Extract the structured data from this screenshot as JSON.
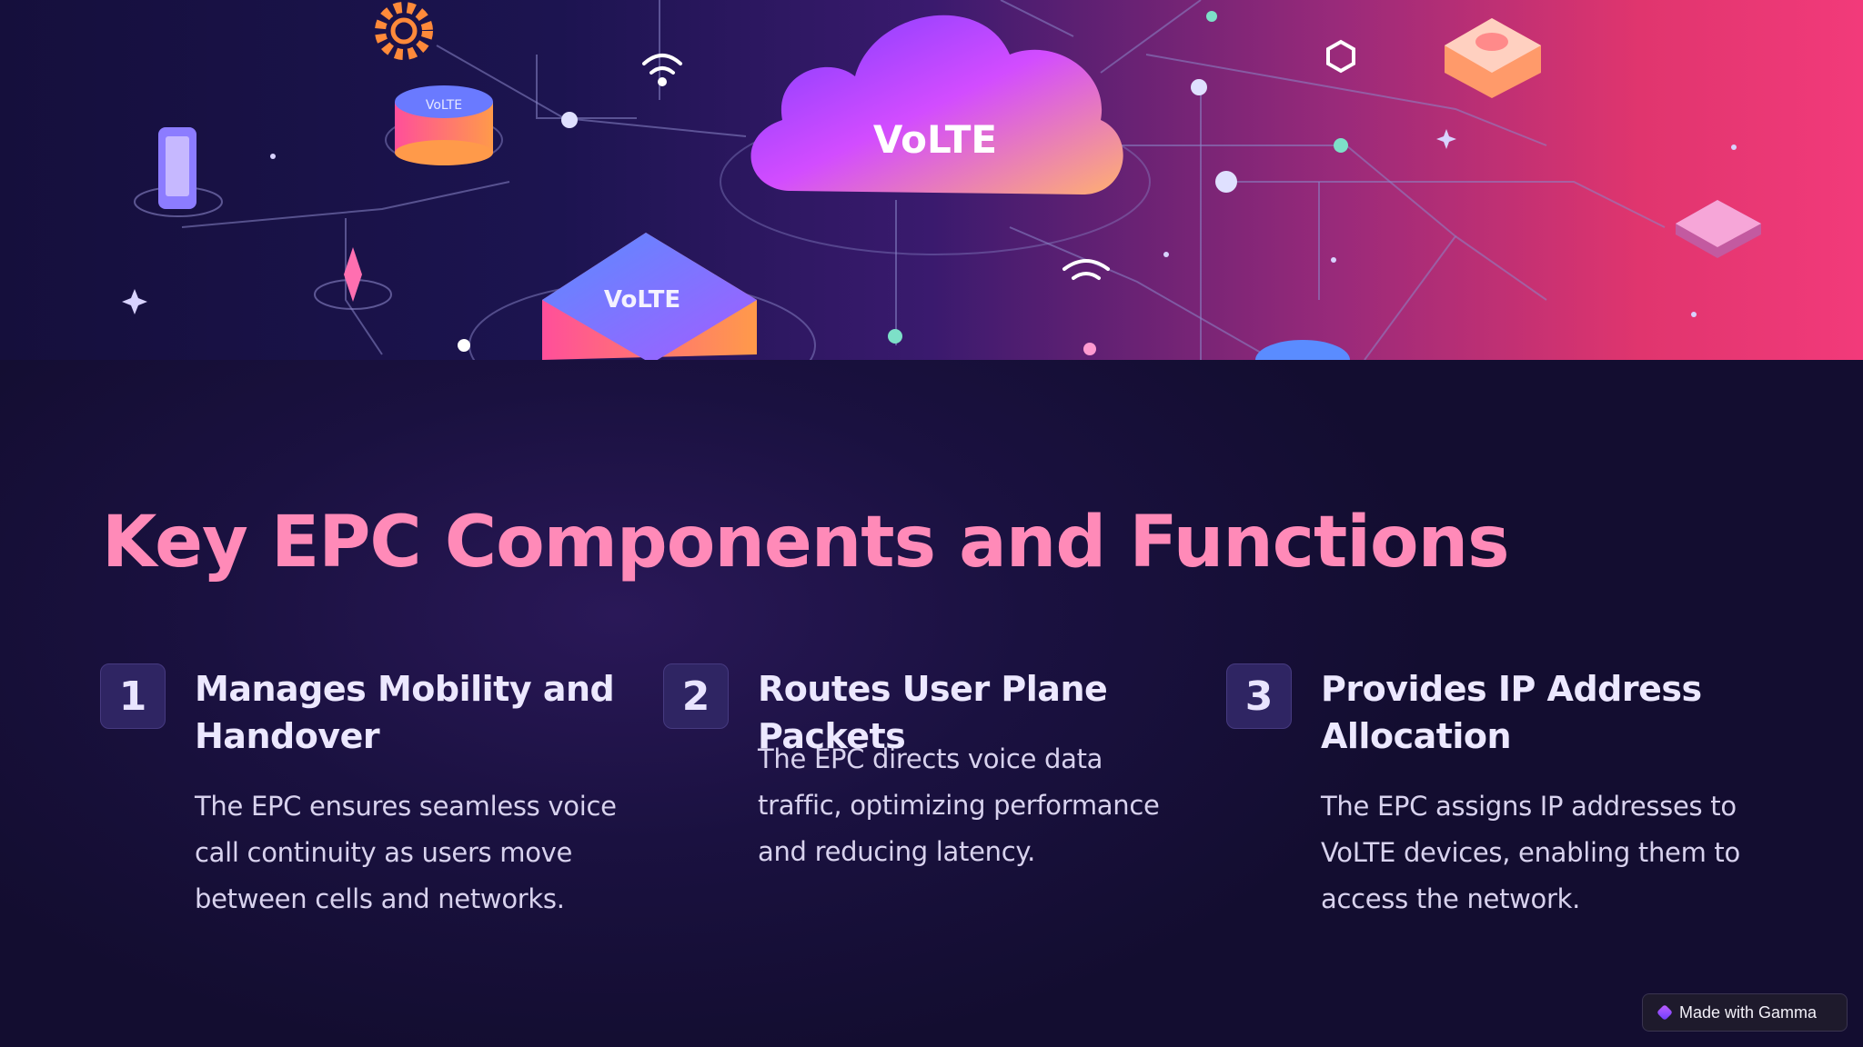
{
  "hero": {
    "cloud_label": "VoLTE",
    "box_label": "VoLTE",
    "db_label": "VoLTE"
  },
  "slide": {
    "title": "Key EPC Components and Functions",
    "cards": [
      {
        "number": "1",
        "heading": "Manages Mobility and Handover",
        "description": "The EPC ensures seamless voice call continuity as users move between cells and networks."
      },
      {
        "number": "2",
        "heading": "Routes User Plane Packets",
        "description": "The EPC directs voice data traffic, optimizing performance and reducing latency."
      },
      {
        "number": "3",
        "heading": "Provides IP Address Allocation",
        "description": "The EPC assigns IP addresses to VoLTE devices, enabling them to access the network."
      }
    ]
  },
  "footer": {
    "badge_label": "Made with Gamma"
  },
  "colors": {
    "title": "#ff8ab8",
    "background": "#130d30",
    "number_box": "#2f2563"
  }
}
